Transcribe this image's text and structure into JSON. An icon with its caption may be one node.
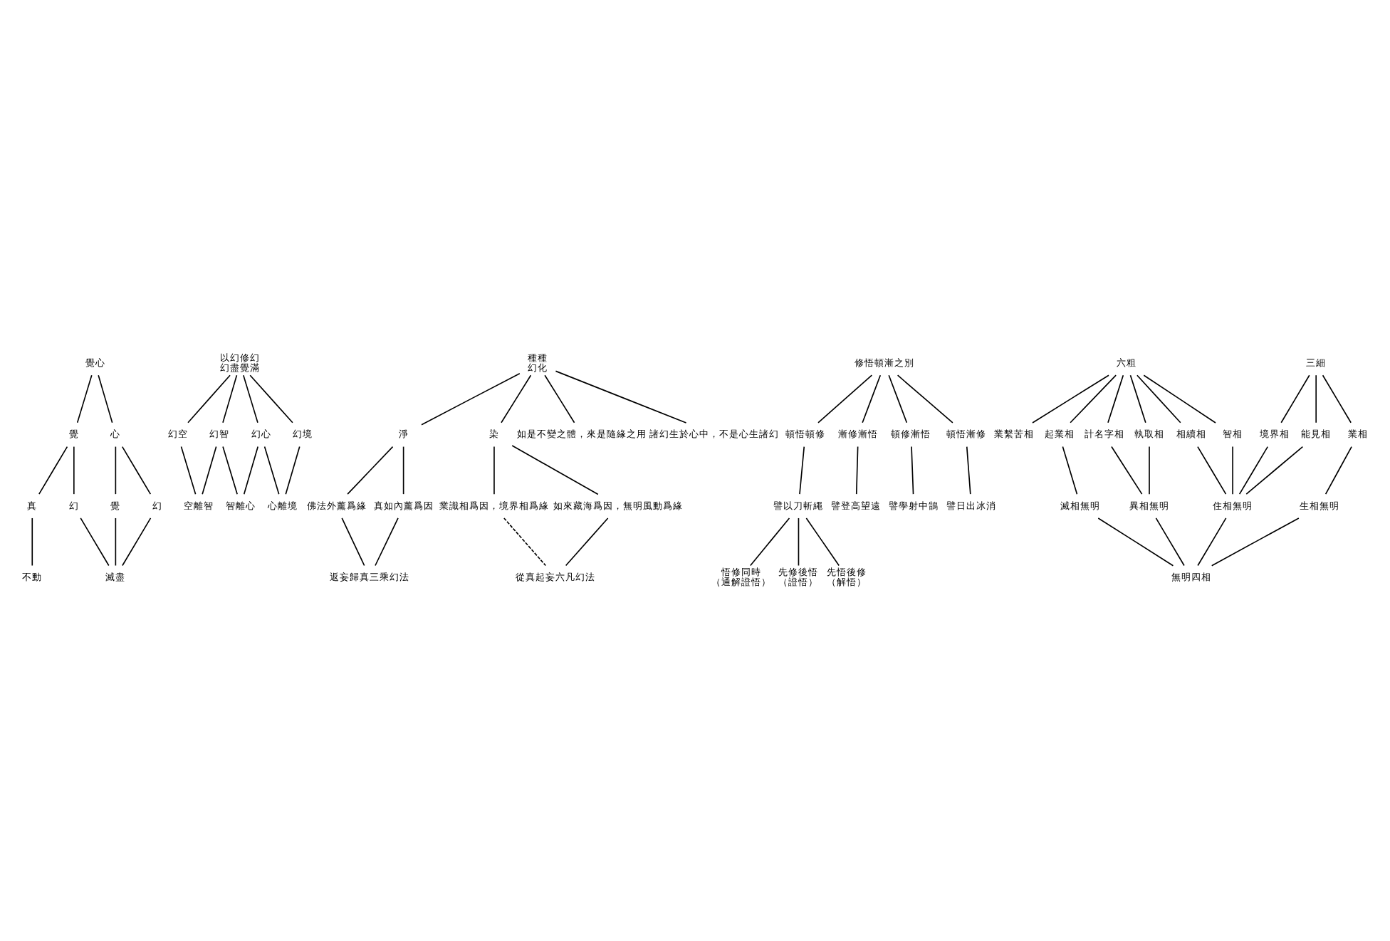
{
  "diagram": {
    "nodes": [
      {
        "text": [
          "覺心"
        ]
      },
      {
        "text": [
          "覺"
        ]
      },
      {
        "text": [
          "心"
        ]
      },
      {
        "text": [
          "真"
        ]
      },
      {
        "text": [
          "幻"
        ]
      },
      {
        "text": [
          "覺"
        ]
      },
      {
        "text": [
          "幻"
        ]
      },
      {
        "text": [
          "不動"
        ]
      },
      {
        "text": [
          "滅盡"
        ]
      },
      {
        "text": [
          "以幻修幻",
          "幻盡覺滿"
        ]
      },
      {
        "text": [
          "幻空"
        ]
      },
      {
        "text": [
          "幻智"
        ]
      },
      {
        "text": [
          "幻心"
        ]
      },
      {
        "text": [
          "幻境"
        ]
      },
      {
        "text": [
          "空離智"
        ]
      },
      {
        "text": [
          "智離心"
        ]
      },
      {
        "text": [
          "心離境"
        ]
      },
      {
        "text": [
          "種種",
          "幻化"
        ]
      },
      {
        "text": [
          "淨"
        ]
      },
      {
        "text": [
          "染"
        ]
      },
      {
        "text": [
          "如是不變之體，來是隨緣之用"
        ]
      },
      {
        "text": [
          "諸幻生於心中，不是心生諸幻"
        ]
      },
      {
        "text": [
          "佛法外薰爲緣"
        ]
      },
      {
        "text": [
          "真如內薰爲因"
        ]
      },
      {
        "text": [
          "業識相爲因，境界相爲緣"
        ]
      },
      {
        "text": [
          "如來藏海爲因，無明風動爲緣"
        ]
      },
      {
        "text": [
          "返妄歸真三乘幻法"
        ]
      },
      {
        "text": [
          "從真起妄六凡幻法"
        ]
      },
      {
        "text": [
          "修悟頓漸之別"
        ]
      },
      {
        "text": [
          "頓悟頓修"
        ]
      },
      {
        "text": [
          "漸修漸悟"
        ]
      },
      {
        "text": [
          "頓修漸悟"
        ]
      },
      {
        "text": [
          "頓悟漸修"
        ]
      },
      {
        "text": [
          "譬以刀斬繩"
        ]
      },
      {
        "text": [
          "譬登高望遠"
        ]
      },
      {
        "text": [
          "譬學射中鵠"
        ]
      },
      {
        "text": [
          "譬日出冰消"
        ]
      },
      {
        "text": [
          "悟修同時",
          "（通解證悟）"
        ]
      },
      {
        "text": [
          "先修後悟",
          "（證悟）"
        ]
      },
      {
        "text": [
          "先悟後修",
          "（解悟）"
        ]
      },
      {
        "text": [
          "六粗"
        ]
      },
      {
        "text": [
          "三細"
        ]
      },
      {
        "text": [
          "業繫苦相"
        ]
      },
      {
        "text": [
          "起業相"
        ]
      },
      {
        "text": [
          "計名字相"
        ]
      },
      {
        "text": [
          "執取相"
        ]
      },
      {
        "text": [
          "相續相"
        ]
      },
      {
        "text": [
          "智相"
        ]
      },
      {
        "text": [
          "境界相"
        ]
      },
      {
        "text": [
          "能見相"
        ]
      },
      {
        "text": [
          "業相"
        ]
      },
      {
        "text": [
          "滅相無明"
        ]
      },
      {
        "text": [
          "異相無明"
        ]
      },
      {
        "text": [
          "住相無明"
        ]
      },
      {
        "text": [
          "生相無明"
        ]
      },
      {
        "text": [
          "無明四相"
        ]
      }
    ],
    "edges": [
      {
        "from": 0,
        "to": 1,
        "arrow": "none"
      },
      {
        "from": 0,
        "to": 2,
        "arrow": "none"
      },
      {
        "from": 1,
        "to": 3,
        "arrow": "none"
      },
      {
        "from": 1,
        "to": 4,
        "arrow": "none"
      },
      {
        "from": 2,
        "to": 5,
        "arrow": "none"
      },
      {
        "from": 2,
        "to": 6,
        "arrow": "none"
      },
      {
        "from": 3,
        "to": 7,
        "arrow": "none"
      },
      {
        "from": 4,
        "to": 8,
        "arrow": "none"
      },
      {
        "from": 5,
        "to": 8,
        "arrow": "none"
      },
      {
        "from": 6,
        "to": 8,
        "arrow": "none"
      },
      {
        "from": 9,
        "to": 10,
        "arrow": "none"
      },
      {
        "from": 9,
        "to": 11,
        "arrow": "none"
      },
      {
        "from": 9,
        "to": 12,
        "arrow": "none"
      },
      {
        "from": 9,
        "to": 13,
        "arrow": "none"
      },
      {
        "from": 10,
        "to": 14,
        "arrow": "none"
      },
      {
        "from": 11,
        "to": 14,
        "arrow": "none"
      },
      {
        "from": 11,
        "to": 15,
        "arrow": "none"
      },
      {
        "from": 12,
        "to": 15,
        "arrow": "none"
      },
      {
        "from": 12,
        "to": 16,
        "arrow": "none"
      },
      {
        "from": 13,
        "to": 16,
        "arrow": "none"
      },
      {
        "from": 17,
        "to": 18,
        "arrow": "none"
      },
      {
        "from": 17,
        "to": 19,
        "arrow": "none"
      },
      {
        "from": 17,
        "to": 20,
        "arrow": "none"
      },
      {
        "from": 17,
        "to": 21,
        "arrow": "none"
      },
      {
        "from": 18,
        "to": 22,
        "arrow": "none"
      },
      {
        "from": 18,
        "to": 23,
        "arrow": "none"
      },
      {
        "from": 19,
        "to": 24,
        "arrow": "none"
      },
      {
        "from": 19,
        "to": 25,
        "arrow": "none"
      },
      {
        "from": 22,
        "to": 26,
        "arrow": "none"
      },
      {
        "from": 23,
        "to": 26,
        "arrow": "none"
      },
      {
        "from": 24,
        "to": 27,
        "arrow": "none",
        "style": "dashed"
      },
      {
        "from": 25,
        "to": 27,
        "arrow": "none"
      },
      {
        "from": 28,
        "to": 29,
        "arrow": "none"
      },
      {
        "from": 28,
        "to": 30,
        "arrow": "none"
      },
      {
        "from": 28,
        "to": 31,
        "arrow": "none"
      },
      {
        "from": 28,
        "to": 32,
        "arrow": "none"
      },
      {
        "from": 29,
        "to": 33,
        "arrow": "none"
      },
      {
        "from": 30,
        "to": 34,
        "arrow": "none"
      },
      {
        "from": 31,
        "to": 35,
        "arrow": "none"
      },
      {
        "from": 32,
        "to": 36,
        "arrow": "none"
      },
      {
        "from": 33,
        "to": 37,
        "arrow": "none"
      },
      {
        "from": 33,
        "to": 38,
        "arrow": "none"
      },
      {
        "from": 33,
        "to": 39,
        "arrow": "none"
      },
      {
        "from": 40,
        "to": 42,
        "arrow": "none"
      },
      {
        "from": 40,
        "to": 43,
        "arrow": "none"
      },
      {
        "from": 40,
        "to": 44,
        "arrow": "none"
      },
      {
        "from": 40,
        "to": 45,
        "arrow": "none"
      },
      {
        "from": 40,
        "to": 46,
        "arrow": "none"
      },
      {
        "from": 40,
        "to": 47,
        "arrow": "none"
      },
      {
        "from": 41,
        "to": 48,
        "arrow": "none"
      },
      {
        "from": 41,
        "to": 49,
        "arrow": "none"
      },
      {
        "from": 41,
        "to": 50,
        "arrow": "none"
      },
      {
        "from": 43,
        "to": 51,
        "arrow": "none"
      },
      {
        "from": 44,
        "to": 52,
        "arrow": "none"
      },
      {
        "from": 45,
        "to": 52,
        "arrow": "none"
      },
      {
        "from": 46,
        "to": 53,
        "arrow": "none"
      },
      {
        "from": 47,
        "to": 53,
        "arrow": "none"
      },
      {
        "from": 48,
        "to": 53,
        "arrow": "none"
      },
      {
        "from": 49,
        "to": 53,
        "arrow": "none"
      },
      {
        "from": 50,
        "to": 54,
        "arrow": "none"
      },
      {
        "from": 51,
        "to": 55,
        "arrow": "none"
      },
      {
        "from": 52,
        "to": 55,
        "arrow": "none"
      },
      {
        "from": 53,
        "to": 55,
        "arrow": "none"
      },
      {
        "from": 54,
        "to": 55,
        "arrow": "none"
      }
    ]
  }
}
